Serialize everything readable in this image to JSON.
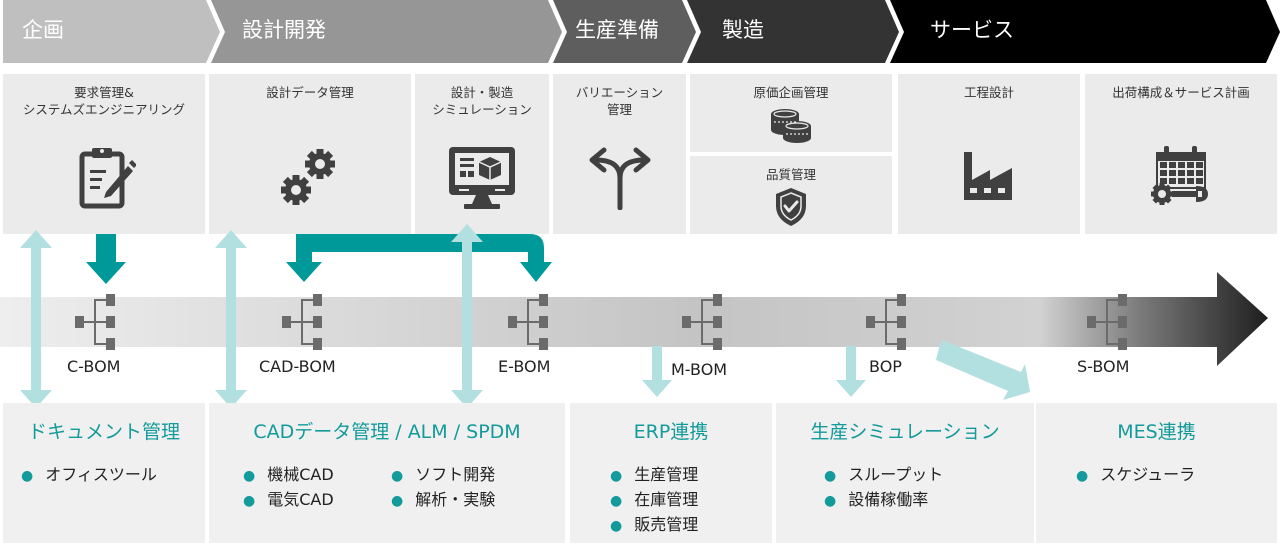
{
  "phases": [
    {
      "label": "企画",
      "color": "#bfbfbf"
    },
    {
      "label": "設計開発",
      "color": "#969696"
    },
    {
      "label": "生産準備",
      "color": "#5e5e5e"
    },
    {
      "label": "製造",
      "color": "#333333"
    },
    {
      "label": "サービス",
      "color": "#000000"
    }
  ],
  "functions": [
    {
      "title": "要求管理&\nシステムズエンジニアリング",
      "icon": "clipboard-edit-icon"
    },
    {
      "title": "設計データ管理",
      "icon": "gears-icon"
    },
    {
      "title": "設計・製造\nシミュレーション",
      "icon": "monitor-simulation-icon"
    },
    {
      "title": "バリエーション\n管理",
      "icon": "split-arrow-icon"
    },
    {
      "title": "原価企画管理",
      "icon": "coins-icon"
    },
    {
      "title": "品質管理",
      "icon": "shield-check-icon"
    },
    {
      "title": "工程設計",
      "icon": "factory-icon"
    },
    {
      "title": "出荷構成＆サービス計画",
      "icon": "calendar-tools-icon"
    }
  ],
  "boms": [
    {
      "label": "C-BOM"
    },
    {
      "label": "CAD-BOM"
    },
    {
      "label": "E-BOM"
    },
    {
      "label": "M-BOM"
    },
    {
      "label": "BOP"
    },
    {
      "label": "S-BOM"
    }
  ],
  "systems": [
    {
      "title": "ドキュメント管理",
      "items": [
        "オフィスツール"
      ]
    },
    {
      "title": "CADデータ管理 / ALM / SPDM",
      "items": [
        "機械CAD",
        "電気CAD",
        "ソフト開発",
        "解析・実験"
      ]
    },
    {
      "title": "ERP連携",
      "items": [
        "生産管理",
        "在庫管理",
        "販売管理"
      ]
    },
    {
      "title": "生産シミュレーション",
      "items": [
        "スループット",
        "設備稼働率"
      ]
    },
    {
      "title": "MES連携",
      "items": [
        "スケジューラ"
      ]
    }
  ],
  "colors": {
    "accent": "#139a9a",
    "teal_dark": "#009999",
    "teal_light": "#b2dfe0",
    "box_bg": "#ebebeb",
    "icon": "#404040"
  },
  "bullet_symbol": "・"
}
